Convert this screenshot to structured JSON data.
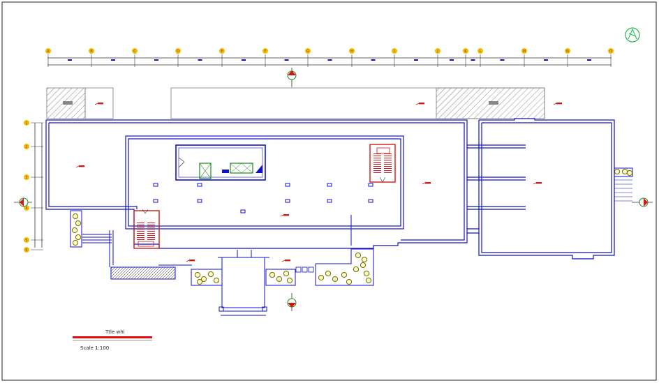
{
  "drawing": {
    "title_label": "Ttle whi",
    "scale_label": "Scale 1:100",
    "column_grid_labels": [
      "A",
      "B",
      "C",
      "D",
      "E",
      "F",
      "G",
      "H",
      "I",
      "J",
      "K",
      "L",
      "M",
      "N",
      "O"
    ],
    "row_grid_labels": [
      "1",
      "2",
      "3",
      "4",
      "5",
      "6"
    ],
    "colors": {
      "walls": "#1010c8",
      "grid_axis": "#333333",
      "grid_bubble": "#e8c000",
      "hatch": "#888888",
      "stairs": "#d01818",
      "lift": "#1a8a1a",
      "trees": "#7a7a00",
      "title_bar": "#e01010",
      "north_arrow": "#1fb84a",
      "markers": "#d01818"
    },
    "icons": [
      "north-arrow-icon",
      "section-marker-icon",
      "tree-icon",
      "lift-icon",
      "stair-icon"
    ]
  }
}
